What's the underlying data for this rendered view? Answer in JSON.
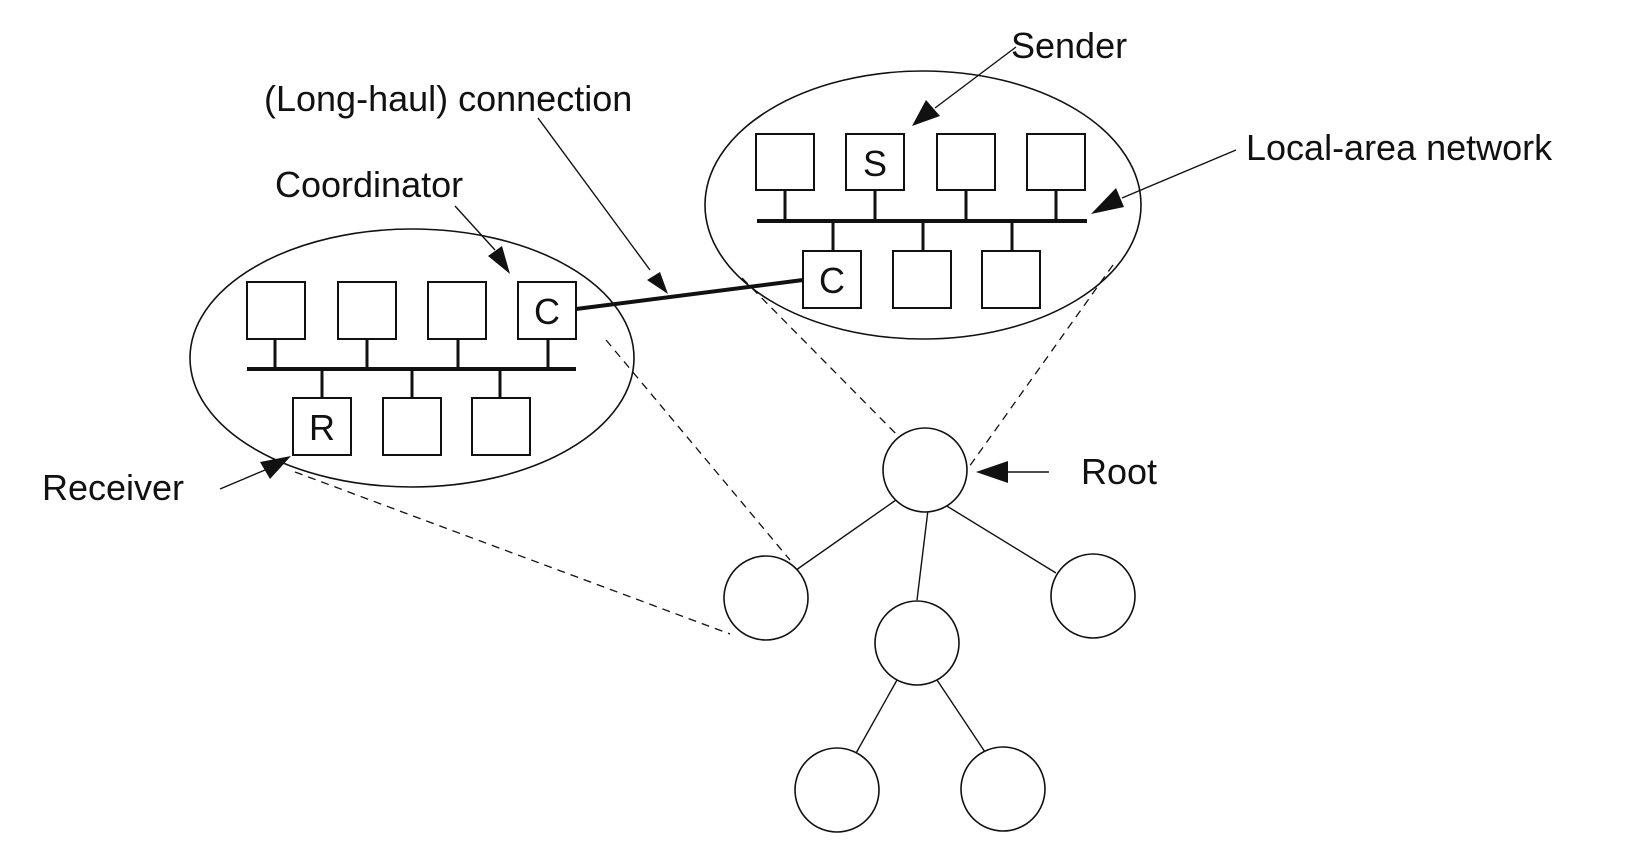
{
  "labels": {
    "sender": "Sender",
    "connection": "(Long-haul) connection",
    "lan": "Local-area network",
    "coordinator": "Coordinator",
    "receiver": "Receiver",
    "root": "Root"
  },
  "nodes": {
    "sender": "S",
    "coordinator_right": "C",
    "coordinator_left": "C",
    "receiver": "R"
  },
  "colors": {
    "ink": "#111111",
    "background": "#ffffff"
  }
}
